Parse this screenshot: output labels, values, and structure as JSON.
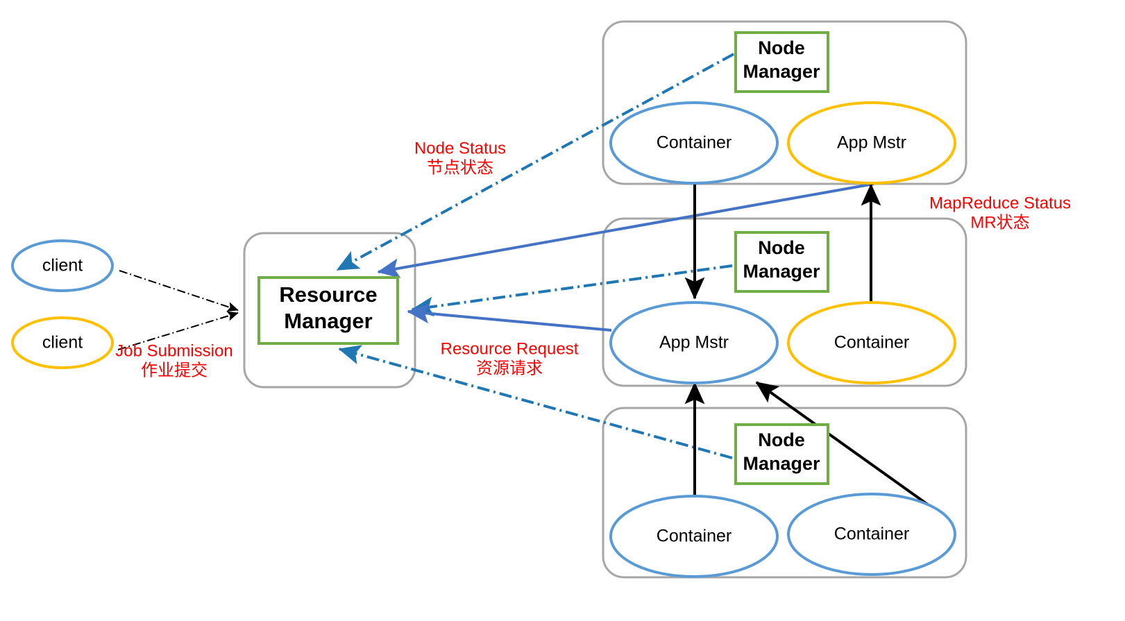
{
  "diagram": {
    "title": "YARN Architecture",
    "colors": {
      "group_border": "#A6A6A6",
      "box_border": "#70AD47",
      "ellipse_blue": "#5B9BD5",
      "ellipse_orange": "#FFC000",
      "arrow_black": "#000000",
      "arrow_blue_solid": "#4472C4",
      "arrow_blue_dashdot": "#1F77B4",
      "annotation_red": "#FF0000",
      "text_black": "#000000",
      "background": "#FFFFFF"
    },
    "resource_manager": {
      "label": "Resource\nManager",
      "line1": "Resource",
      "line2": "Manager"
    },
    "clients": [
      {
        "label": "client",
        "color": "#5B9BD5"
      },
      {
        "label": "client",
        "color": "#FFC000"
      }
    ],
    "node_groups": [
      {
        "name": "node-group-top",
        "manager": {
          "line1": "Node",
          "line2": "Manager"
        },
        "ellipses": [
          {
            "label": "Container",
            "color": "#5B9BD5"
          },
          {
            "label": "App Mstr",
            "color": "#FFC000"
          }
        ]
      },
      {
        "name": "node-group-middle",
        "manager": {
          "line1": "Node",
          "line2": "Manager"
        },
        "ellipses": [
          {
            "label": "App Mstr",
            "color": "#5B9BD5"
          },
          {
            "label": "Container",
            "color": "#FFC000"
          }
        ]
      },
      {
        "name": "node-group-bottom",
        "manager": {
          "line1": "Node",
          "line2": "Manager"
        },
        "ellipses": [
          {
            "label": "Container",
            "color": "#5B9BD5"
          },
          {
            "label": "Container",
            "color": "#5B9BD5"
          }
        ]
      }
    ],
    "annotations": [
      {
        "name": "node-status",
        "line_en": "Node Status",
        "line_zh": "节点状态"
      },
      {
        "name": "mapreduce-status",
        "line_en": "MapReduce Status",
        "line_zh": "MR状态"
      },
      {
        "name": "job-submission",
        "line_en": "Job Submission",
        "line_zh": "作业提交"
      },
      {
        "name": "resource-request",
        "line_en": "Resource Request",
        "line_zh": "资源请求"
      }
    ]
  }
}
